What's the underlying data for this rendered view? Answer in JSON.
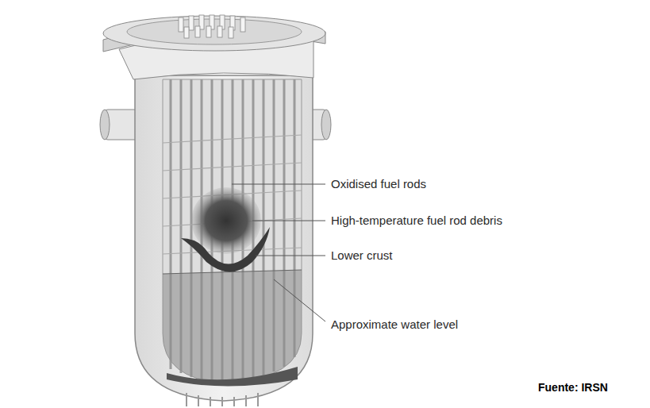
{
  "diagram": {
    "labels": [
      "Oxidised fuel rods",
      "High-temperature fuel rod debris",
      "Lower crust",
      "Approximate water level",
      "Fuente: IRSN"
    ]
  }
}
